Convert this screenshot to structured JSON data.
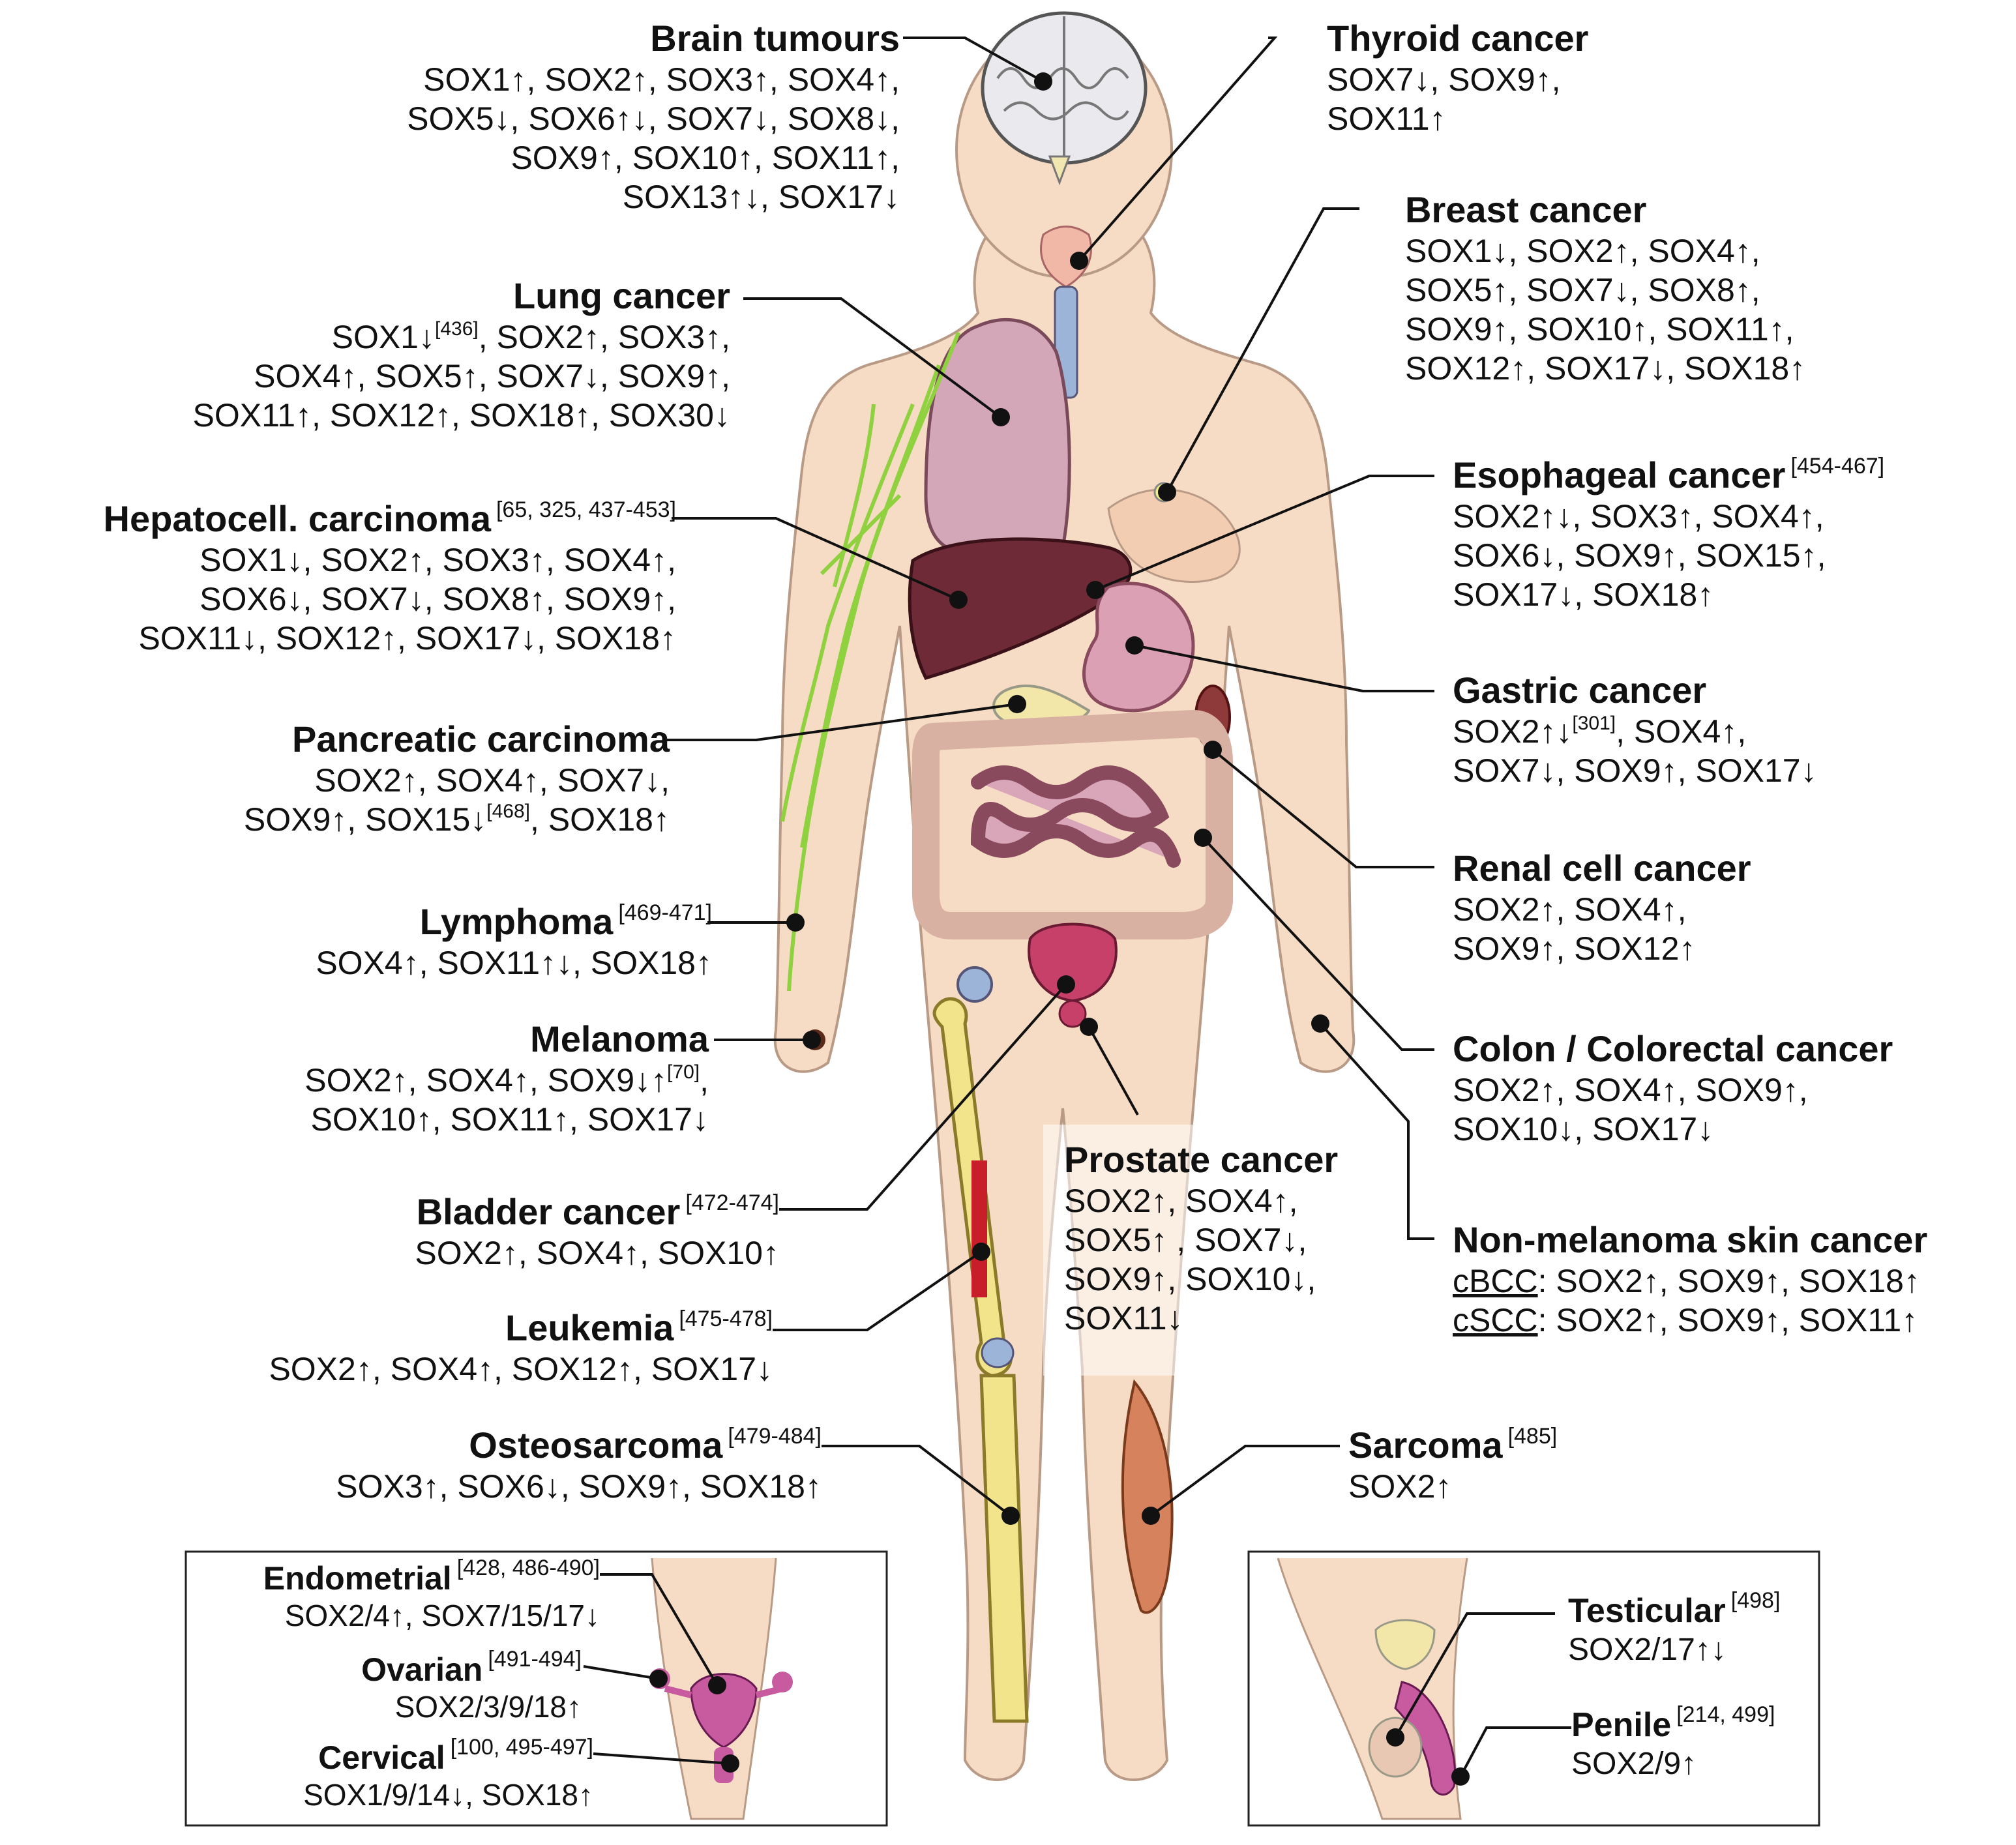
{
  "labels": {
    "brain": {
      "title": "Brain tumours",
      "ref": "",
      "lines": [
        "SOX1↑, SOX2↑, SOX3↑, SOX4↑,",
        "SOX5↓, SOX6↑↓, SOX7↓, SOX8↓,",
        "SOX9↑, SOX10↑, SOX11↑,",
        "SOX13↑↓, SOX17↓"
      ]
    },
    "lung": {
      "title": "Lung cancer",
      "ref": "",
      "l1a": "SOX1↓",
      "l1ref": "[436]",
      "l1b": ", SOX2↑, SOX3↑,",
      "lines": [
        "SOX4↑, SOX5↑, SOX7↓, SOX9↑,",
        "SOX11↑, SOX12↑, SOX18↑, SOX30↓"
      ]
    },
    "hepato": {
      "title": "Hepatocell. carcinoma",
      "ref": "[65, 325, 437-453]",
      "lines": [
        "SOX1↓, SOX2↑, SOX3↑, SOX4↑,",
        "SOX6↓, SOX7↓, SOX8↑, SOX9↑,",
        "SOX11↓, SOX12↑, SOX17↓, SOX18↑"
      ]
    },
    "pancreatic": {
      "title": "Pancreatic carcinoma",
      "ref": "",
      "line1": "SOX2↑, SOX4↑, SOX7↓,",
      "l2a": "SOX9↑, SOX15↓",
      "l2ref": "[468]",
      "l2b": ", SOX18↑"
    },
    "lymphoma": {
      "title": "Lymphoma",
      "ref": "[469-471]",
      "lines": [
        "SOX4↑, SOX11↑↓, SOX18↑"
      ]
    },
    "melanoma": {
      "title": "Melanoma",
      "ref": "",
      "l1a": "SOX2↑, SOX4↑, SOX9↓↑",
      "l1ref": "[70]",
      "l1b": ",",
      "lines": [
        "SOX10↑, SOX11↑, SOX17↓"
      ]
    },
    "bladder": {
      "title": "Bladder cancer",
      "ref": "[472-474]",
      "lines": [
        "SOX2↑, SOX4↑, SOX10↑"
      ]
    },
    "leukemia": {
      "title": "Leukemia",
      "ref": "[475-478]",
      "lines": [
        "SOX2↑, SOX4↑, SOX12↑, SOX17↓"
      ]
    },
    "osteo": {
      "title": "Osteosarcoma",
      "ref": "[479-484]",
      "lines": [
        "SOX3↑, SOX6↓, SOX9↑, SOX18↑"
      ]
    },
    "thyroid": {
      "title": "Thyroid cancer",
      "ref": "",
      "lines": [
        "SOX7↓, SOX9↑,",
        "SOX11↑"
      ]
    },
    "breast": {
      "title": "Breast cancer",
      "ref": "",
      "lines": [
        "SOX1↓, SOX2↑, SOX4↑,",
        "SOX5↑, SOX7↓, SOX8↑,",
        "SOX9↑, SOX10↑, SOX11↑,",
        "SOX12↑, SOX17↓, SOX18↑"
      ]
    },
    "esophageal": {
      "title": "Esophageal cancer",
      "ref": "[454-467]",
      "lines": [
        "SOX2↑↓, SOX3↑, SOX4↑,",
        "SOX6↓, SOX9↑, SOX15↑,",
        "SOX17↓, SOX18↑"
      ]
    },
    "gastric": {
      "title": "Gastric cancer",
      "ref": "",
      "l1a": "SOX2↑↓",
      "l1ref": "[301]",
      "l1b": ", SOX4↑,",
      "lines": [
        "SOX7↓, SOX9↑, SOX17↓"
      ]
    },
    "renal": {
      "title": "Renal cell cancer",
      "ref": "",
      "lines": [
        "SOX2↑, SOX4↑,",
        "SOX9↑, SOX12↑"
      ]
    },
    "colon": {
      "title": "Colon / Colorectal cancer",
      "ref": "",
      "lines": [
        "SOX2↑, SOX4↑, SOX9↑,",
        "SOX10↓, SOX17↓"
      ]
    },
    "nonmel": {
      "title": "Non-melanoma skin cancer",
      "ref": "",
      "c1": "cBCC",
      "c1text": ":  SOX2↑, SOX9↑, SOX18↑",
      "c2": "cSCC",
      "c2text": ": SOX2↑, SOX9↑, SOX11↑"
    },
    "prostate": {
      "title": "Prostate cancer",
      "ref": "",
      "lines": [
        "SOX2↑, SOX4↑,",
        "SOX5↑ , SOX7↓,",
        "SOX9↑, SOX10↓,",
        "SOX11↓"
      ]
    },
    "sarcoma": {
      "title": "Sarcoma",
      "ref": "[485]",
      "lines": [
        "SOX2↑"
      ]
    },
    "endometrial": {
      "title": "Endometrial",
      "ref": "[428, 486-490]",
      "lines": [
        "SOX2/4↑, SOX7/15/17↓"
      ]
    },
    "ovarian": {
      "title": "Ovarian",
      "ref": "[491-494]",
      "lines": [
        "SOX2/3/9/18↑"
      ]
    },
    "cervical": {
      "title": "Cervical",
      "ref": "[100, 495-497]",
      "lines": [
        "SOX1/9/14↓, SOX18↑"
      ]
    },
    "testicular": {
      "title": "Testicular",
      "ref": "[498]",
      "lines": [
        "SOX2/17↑↓"
      ]
    },
    "penile": {
      "title": "Penile",
      "ref": "[214, 499]",
      "lines": [
        "SOX2/9↑"
      ]
    }
  },
  "colors": {
    "skin": "#f6dcc4",
    "skin_outline": "#b89a86",
    "lung": "#d3a7b8",
    "liver": "#6e2a36",
    "stomach": "#dca0b4",
    "intestine": "#d9a5b9",
    "colon": "#f1d1c3",
    "bone": "#f2e48a",
    "lymph": "#8fd13f",
    "muscle": "#d6825c",
    "leader": "#111111"
  }
}
